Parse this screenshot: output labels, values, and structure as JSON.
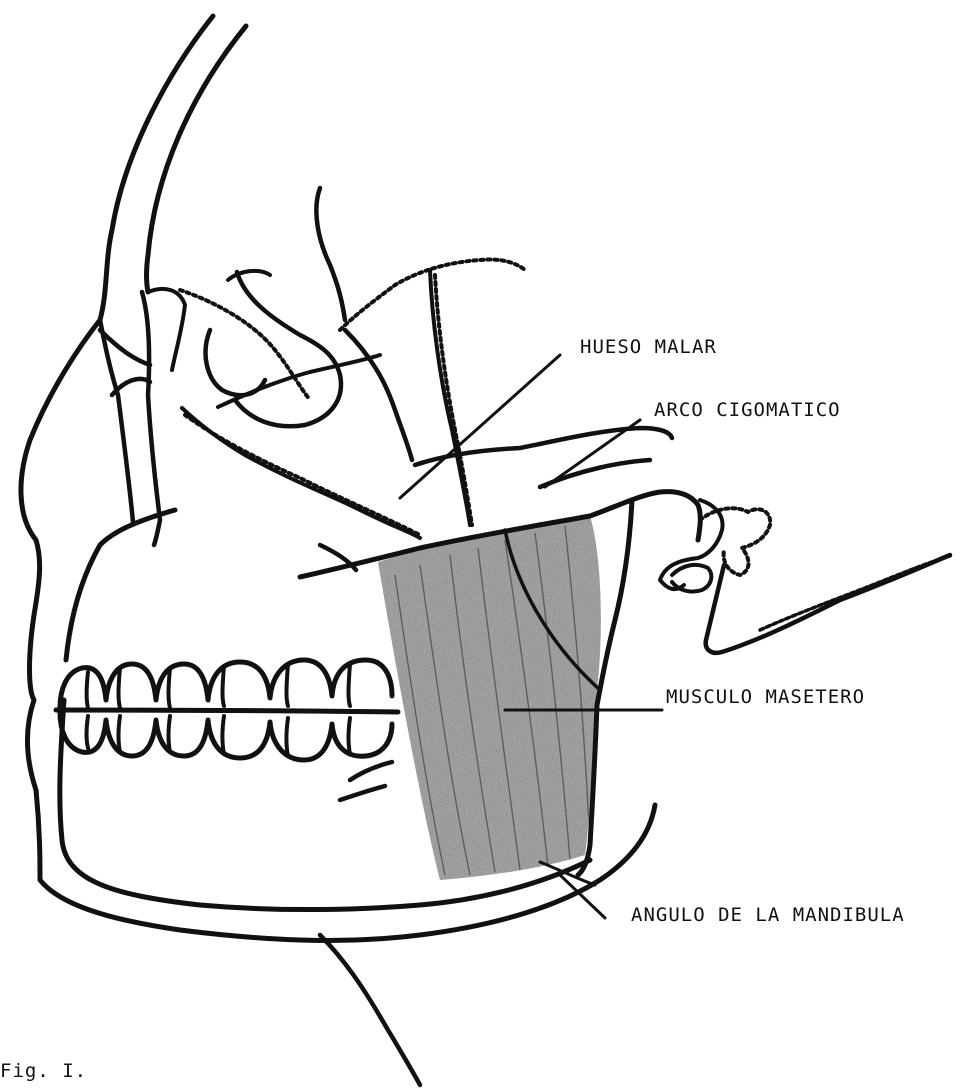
{
  "figure": {
    "caption": "Fig. I.",
    "ink_color": "#111111",
    "shading_color": "#555555",
    "labels": {
      "hueso_malar": "HUESO MALAR",
      "arco_cigomatico": "ARCO CIGOMATICO",
      "musculo_masetero": "MUSCULO MASETERO",
      "angulo_mandibula": "ANGULO DE LA MANDIBULA"
    }
  }
}
